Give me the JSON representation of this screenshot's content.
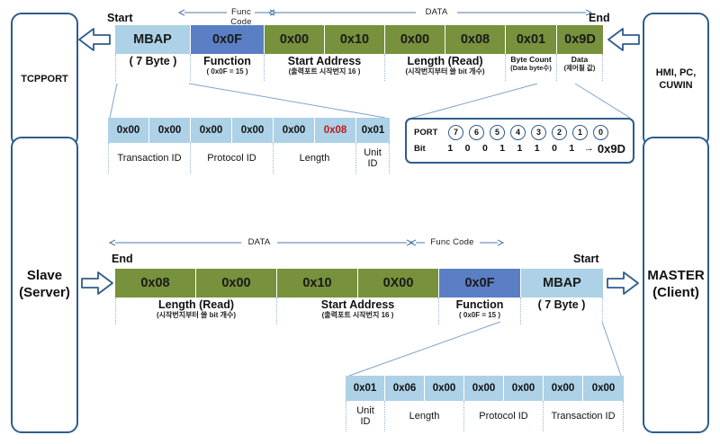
{
  "palette": {
    "light_blue": "#ADD1E6",
    "blue": "#5B7FC4",
    "green": "#77913C",
    "border_navy": "#2E5C8A",
    "red_text": "#C0191B"
  },
  "nodes": {
    "left_top": "TCPPORT",
    "left_main": "Slave\n(Server)",
    "left_main_l1": "Slave",
    "left_main_l2": "(Server)",
    "right_top_l1": "HMI, PC,",
    "right_top_l2": "CUWIN",
    "right_main_l1": "MASTER",
    "right_main_l2": "(Client)"
  },
  "request": {
    "start_label": "Start",
    "end_label": "End",
    "span_func": "Func Code",
    "span_data": "DATA",
    "cells": [
      {
        "value": "MBAP",
        "color": "light_blue"
      },
      {
        "value": "0x0F",
        "color": "blue"
      },
      {
        "value": "0x00",
        "color": "green"
      },
      {
        "value": "0x10",
        "color": "green"
      },
      {
        "value": "0x00",
        "color": "green"
      },
      {
        "value": "0x08",
        "color": "green"
      },
      {
        "value": "0x01",
        "color": "green"
      },
      {
        "value": "0x9D",
        "color": "green"
      }
    ],
    "descriptions": [
      {
        "title": "( 7 Byte )",
        "sub": ""
      },
      {
        "title": "Function",
        "sub": "( 0x0F = 15 )"
      },
      {
        "title": "Start Address",
        "sub": "(출력포트 시작번지 16 )"
      },
      {
        "title": "Length (Read)",
        "sub": "(시작번지부터 쓸 bit 개수)"
      },
      {
        "title": "Byte Count",
        "sub": "(Data byte수)"
      },
      {
        "title": "Data",
        "sub": "(제어될 값)"
      }
    ]
  },
  "mbap_request_detail": {
    "cells": [
      {
        "value": "0x00",
        "red": false
      },
      {
        "value": "0x00",
        "red": false
      },
      {
        "value": "0x00",
        "red": false
      },
      {
        "value": "0x00",
        "red": false
      },
      {
        "value": "0x00",
        "red": false
      },
      {
        "value": "0x08",
        "red": true
      },
      {
        "value": "0x01",
        "red": false
      }
    ],
    "labels": [
      "Transaction ID",
      "Protocol ID",
      "Length",
      "Unit\nID"
    ],
    "label_unit_l1": "Unit",
    "label_unit_l2": "ID"
  },
  "port_box": {
    "port_tag": "PORT",
    "bit_tag": "Bit",
    "ports": [
      "7",
      "6",
      "5",
      "4",
      "3",
      "2",
      "1",
      "0"
    ],
    "bits": [
      "1",
      "0",
      "0",
      "1",
      "1",
      "1",
      "0",
      "1"
    ],
    "arrow": "→",
    "result": "0x9D"
  },
  "response": {
    "start_label": "Start",
    "end_label": "End",
    "span_func": "Func Code",
    "span_data": "DATA",
    "cells": [
      {
        "value": "0x08",
        "color": "green"
      },
      {
        "value": "0x00",
        "color": "green"
      },
      {
        "value": "0x10",
        "color": "green"
      },
      {
        "value": "0X00",
        "color": "green"
      },
      {
        "value": "0x0F",
        "color": "blue"
      },
      {
        "value": "MBAP",
        "color": "light_blue"
      }
    ],
    "descriptions": [
      {
        "title": "Length (Read)",
        "sub": "(시작번지부터 쓸 bit 개수)"
      },
      {
        "title": "Start Address",
        "sub": "(출력포트 시작번지 16 )"
      },
      {
        "title": "Function",
        "sub": "( 0x0F = 15 )"
      },
      {
        "title": "( 7 Byte )",
        "sub": ""
      }
    ]
  },
  "mbap_response_detail": {
    "cells": [
      {
        "value": "0x01"
      },
      {
        "value": "0x06"
      },
      {
        "value": "0x00"
      },
      {
        "value": "0x00"
      },
      {
        "value": "0x00"
      },
      {
        "value": "0x00"
      },
      {
        "value": "0x00"
      }
    ],
    "label_unit_l1": "Unit",
    "label_unit_l2": "ID",
    "label_length": "Length",
    "label_protocol": "Protocol ID",
    "label_transaction": "Transaction ID"
  }
}
